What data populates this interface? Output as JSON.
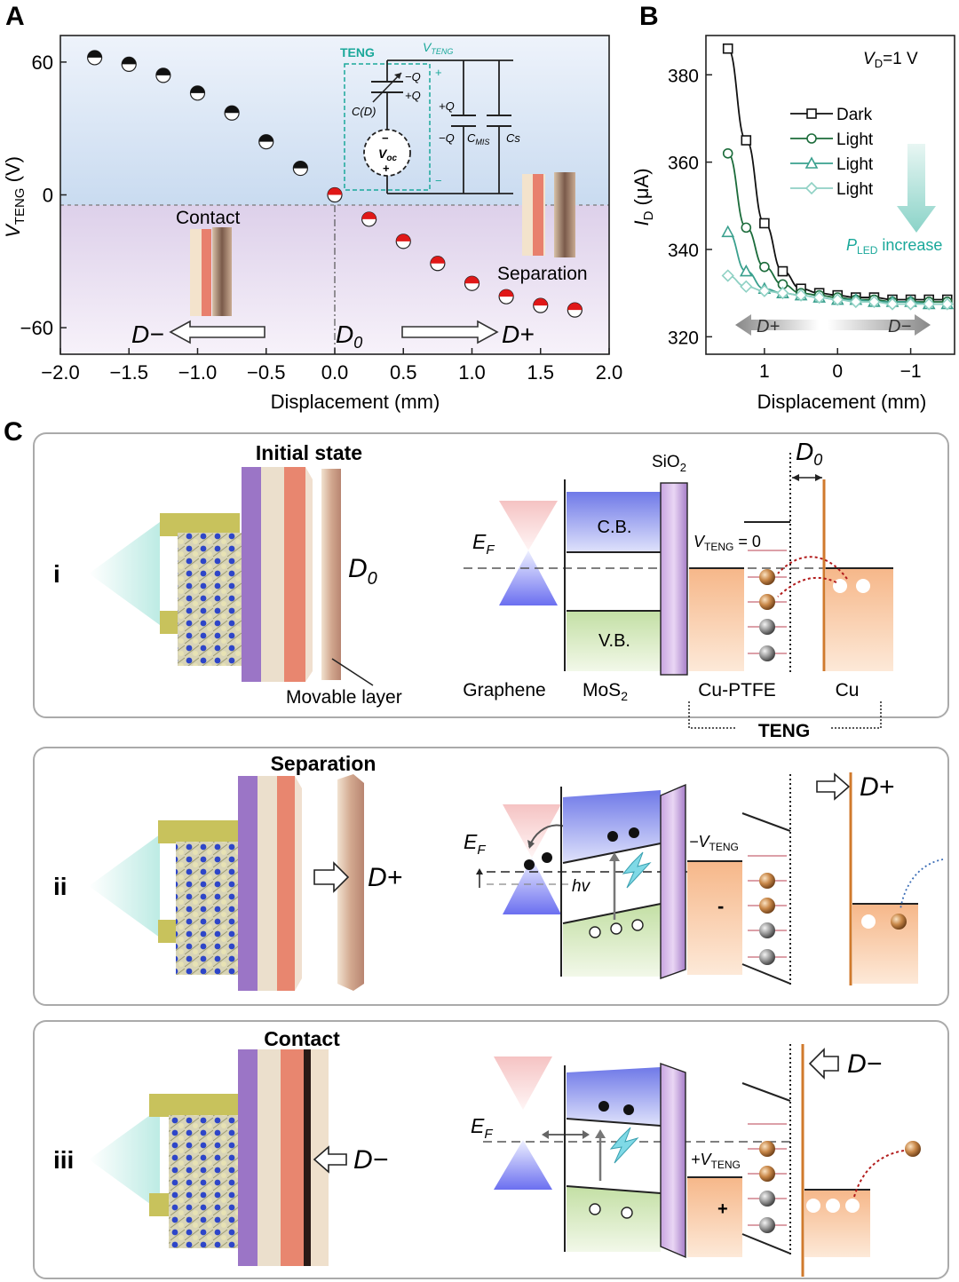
{
  "panel_labels": {
    "a": "A",
    "b": "B",
    "c": "C"
  },
  "chart_data": [
    {
      "id": "A",
      "type": "scatter",
      "xlabel": "Displacement (mm)",
      "ylabel": "V",
      "ylabel_sub": "TENG",
      "ylabel_unit": " (V)",
      "xlim": [
        -2.0,
        2.0
      ],
      "ylim": [
        -72,
        72
      ],
      "x_ticks": [
        -2.0,
        -1.5,
        -1.0,
        -0.5,
        0.0,
        0.5,
        1.0,
        1.5,
        2.0
      ],
      "x_tick_labels": [
        "−2.0",
        "−1.5",
        "−1.0",
        "−0.5",
        "0.0",
        "0.5",
        "1.0",
        "1.5",
        "2.0"
      ],
      "y_ticks": [
        60,
        0,
        -60
      ],
      "y_tick_labels": [
        "60",
        "0",
        "−60"
      ],
      "series": [
        {
          "color": "#111111",
          "x": [
            -1.75,
            -1.5,
            -1.25,
            -1.0,
            -0.75,
            -0.5,
            -0.25
          ],
          "y": [
            62,
            59,
            54,
            46,
            37,
            24,
            12
          ]
        },
        {
          "color": "#e01818",
          "x": [
            0.0,
            0.25,
            0.5,
            0.75,
            1.0,
            1.25,
            1.5,
            1.75
          ],
          "y": [
            0,
            -11,
            -21,
            -31,
            -40,
            -46,
            -50,
            -52
          ]
        }
      ],
      "annotations": {
        "contact": "Contact",
        "separation": "Separation",
        "d_minus": "D−",
        "d_plus": "D+",
        "d0": "D",
        "d0_sub": "0"
      },
      "circuit": {
        "teng": "TENG",
        "vteng": "V",
        "vteng_sub": "TENG",
        "cd": "C(D)",
        "minus_q": "−Q",
        "plus_q": "+Q",
        "plus_q2": "+Q",
        "minus_q2": "−Q",
        "cmis": "C",
        "cmis_sub": "MIS",
        "cs": "Cs",
        "voc": "V",
        "voc_sub": "oc",
        "plus": "+",
        "minus": "−"
      },
      "colors": {
        "top_band": "#d6e3f3",
        "bottom_band": "#e6d9ec",
        "teal": "#1aa89a"
      }
    },
    {
      "id": "B",
      "type": "line",
      "xlabel": "Displacement (mm)",
      "ylabel": "I",
      "ylabel_sub": "D",
      "ylabel_unit": " (μA)",
      "xlim": [
        1.8,
        -1.6
      ],
      "ylim": [
        316,
        389
      ],
      "x_ticks": [
        1,
        0,
        -1
      ],
      "x_tick_labels": [
        "1",
        "0",
        "−1"
      ],
      "y_ticks": [
        320,
        340,
        360,
        380
      ],
      "y_tick_labels": [
        "320",
        "340",
        "360",
        "380"
      ],
      "vd_label": "V",
      "vd_sub": "D",
      "vd_value": "=1 V",
      "pled": "P",
      "pled_sub": "LED",
      "pled_suffix": " increase",
      "d_plus": "D+",
      "d_minus": "D−",
      "x": [
        1.5,
        1.25,
        1.0,
        0.75,
        0.5,
        0.25,
        0.0,
        -0.25,
        -0.5,
        -0.75,
        -1.0,
        -1.25,
        -1.5
      ],
      "series": [
        {
          "name": "Dark",
          "marker": "square",
          "color": "#111111",
          "values": [
            386,
            365,
            346,
            335,
            331,
            330,
            329.5,
            329,
            329,
            328.5,
            328.5,
            328.5,
            328.5
          ]
        },
        {
          "name": "Light",
          "marker": "circle",
          "color": "#1b6b3a",
          "values": [
            362,
            345,
            336,
            332,
            330,
            329.5,
            329,
            328.5,
            328.5,
            328,
            328,
            328,
            328
          ]
        },
        {
          "name": "Light",
          "marker": "triangle",
          "color": "#3aa08e",
          "values": [
            344,
            335,
            331,
            330,
            329.5,
            329,
            328.5,
            328.5,
            328,
            328,
            328,
            327.5,
            327.5
          ]
        },
        {
          "name": "Light",
          "marker": "diamond",
          "color": "#8fd1c4",
          "values": [
            334,
            331.5,
            330.5,
            330,
            329.5,
            329,
            328.5,
            328,
            328,
            327.5,
            327.5,
            327.5,
            327.5
          ]
        }
      ]
    }
  ],
  "panel_c": {
    "i": {
      "roman": "i",
      "title": "Initial state",
      "d0": "D",
      "d0_sub": "0",
      "movable_layer": "Movable layer",
      "sio2": "SiO",
      "sio2_sub": "2",
      "d0_top": "D",
      "d0_top_sub": "0",
      "ef": "E",
      "ef_sub": "F",
      "cb": "C.B.",
      "vb": "V.B.",
      "vteng": "V",
      "vteng_sub": "TENG",
      "vteng_val": " = 0",
      "graphene": "Graphene",
      "mos2": "MoS",
      "mos2_sub": "2",
      "cu_ptfe": "Cu-PTFE",
      "cu": "Cu",
      "teng": "TENG"
    },
    "ii": {
      "roman": "ii",
      "title": "Separation",
      "d_plus": "D+",
      "ef": "E",
      "ef_sub": "F",
      "hv": "hv",
      "vteng_prefix": "−V",
      "vteng_sub": "TENG",
      "minus": "-",
      "d_plus_right": "D+"
    },
    "iii": {
      "roman": "iii",
      "title": "Contact",
      "d_minus": "D−",
      "ef": "E",
      "ef_sub": "F",
      "vteng_prefix": "+V",
      "vteng_sub": "TENG",
      "plus": "+",
      "d_minus_right": "D−"
    }
  }
}
